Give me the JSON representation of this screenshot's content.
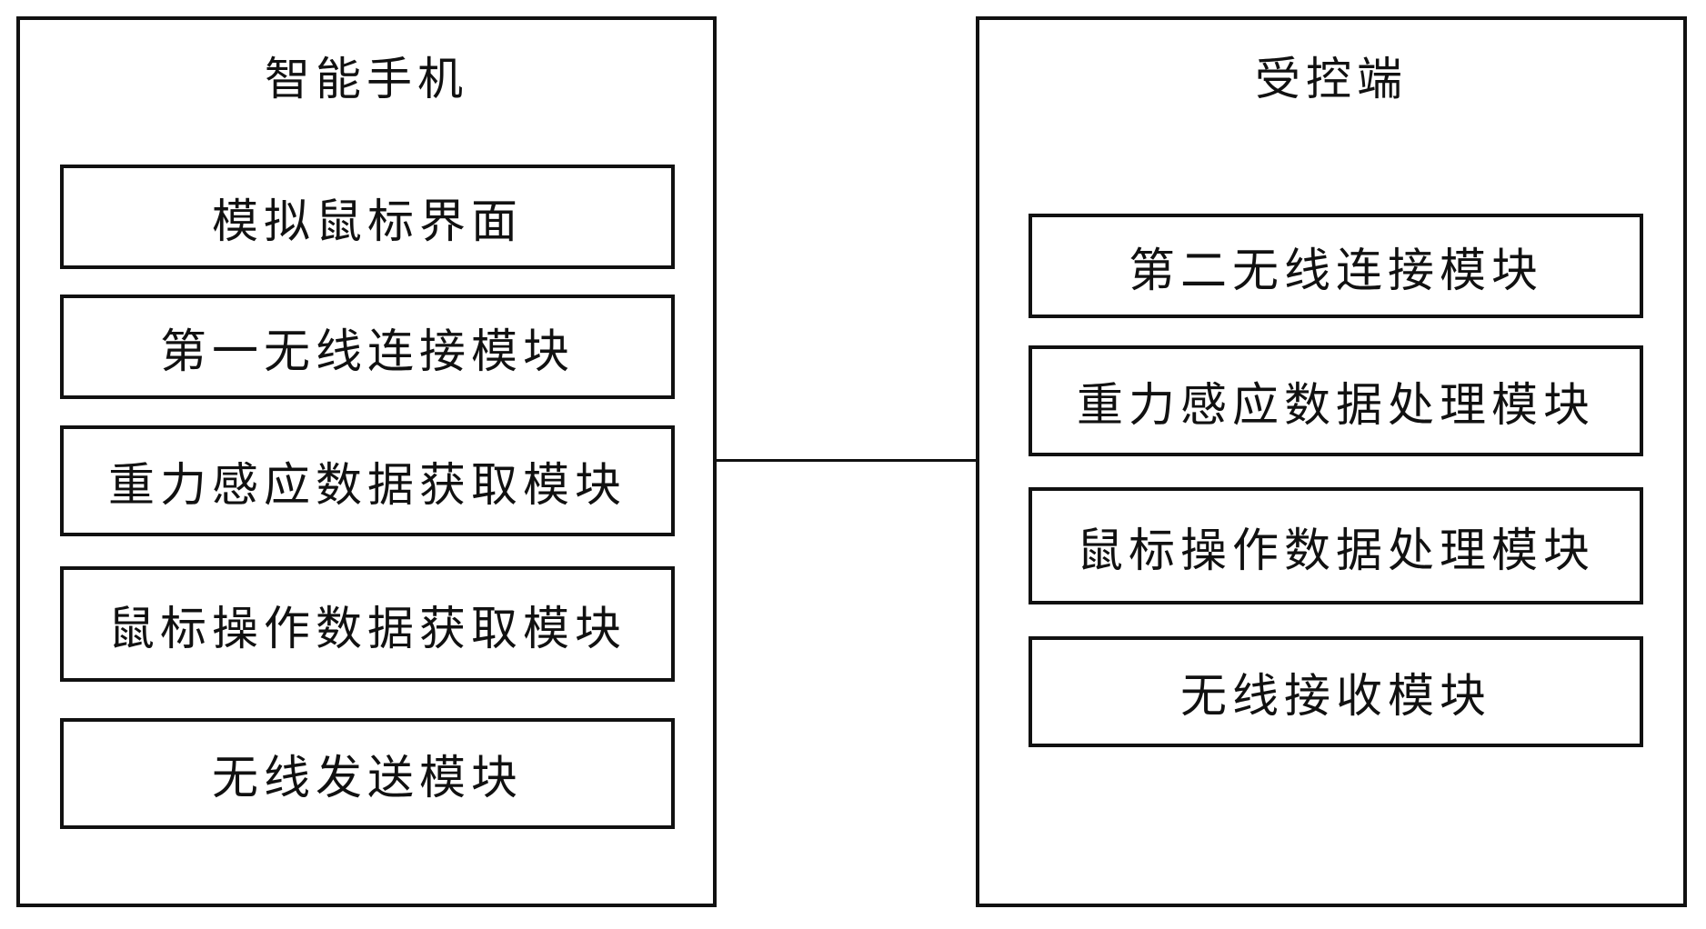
{
  "smartphone": {
    "title": "智能手机",
    "modules": [
      "模拟鼠标界面",
      "第一无线连接模块",
      "重力感应数据获取模块",
      "鼠标操作数据获取模块",
      "无线发送模块"
    ]
  },
  "controlled_end": {
    "title": "受控端",
    "modules": [
      "第二无线连接模块",
      "重力感应数据处理模块",
      "鼠标操作数据处理模块",
      "无线接收模块"
    ]
  }
}
